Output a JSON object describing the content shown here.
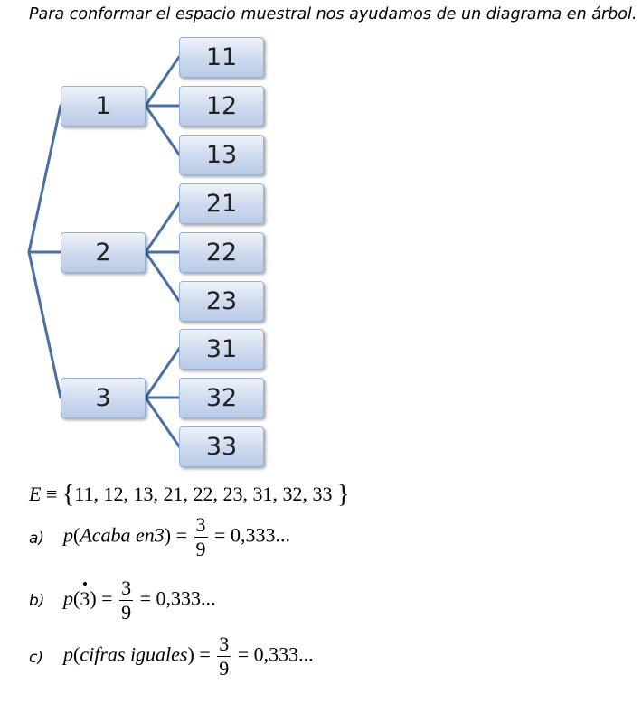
{
  "intro": "Para conformar el espacio muestral nos ayudamos de un diagrama en árbol.",
  "tree": {
    "first": [
      "1",
      "2",
      "3"
    ],
    "second": [
      "11",
      "12",
      "13",
      "21",
      "22",
      "23",
      "31",
      "32",
      "33"
    ],
    "line_color": "#4a6fa5",
    "box_color": "#c8d6ee"
  },
  "sample_space": {
    "symbol": "E",
    "relation": "≡",
    "set": "11, 12, 13, 21, 22, 23, 31, 32, 33"
  },
  "items": [
    {
      "label": "a)",
      "expr": "Acaba en3",
      "num": "3",
      "den": "9",
      "result": "= 0,333..."
    },
    {
      "label": "b)",
      "expr": "3",
      "num": "3",
      "den": "9",
      "result": "= 0,333..."
    },
    {
      "label": "c)",
      "expr": "cifras iguales",
      "num": "3",
      "den": "9",
      "result": "= 0,333..."
    }
  ],
  "prob_symbol": "p"
}
